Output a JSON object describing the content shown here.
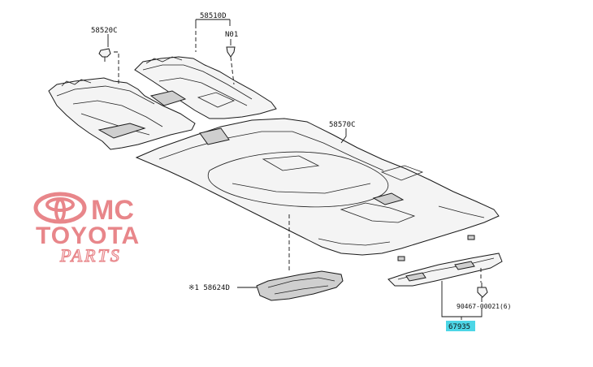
{
  "labels": {
    "part_58520c": "58520C",
    "part_58510d": "58510D",
    "part_n01": "N01",
    "part_58570c": "58570C",
    "part_58624d": "※1 58624D",
    "part_90467": "90467-00021(6)",
    "part_67935": "67935"
  },
  "logo": {
    "line1": "MC",
    "line2": "TOYOTA",
    "line3": "PARTS"
  },
  "colors": {
    "highlight": "#4dd6e6",
    "logo": "#e8868a"
  }
}
